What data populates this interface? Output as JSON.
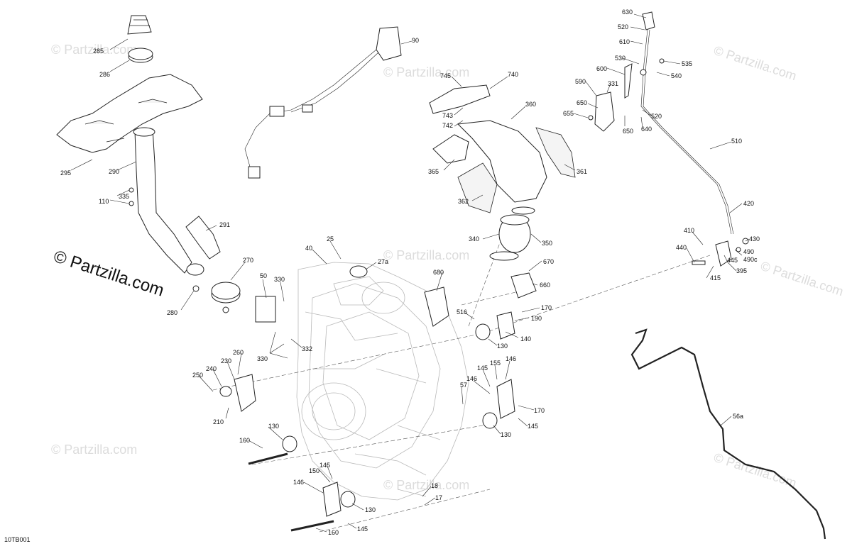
{
  "diagram_code": "10TB001",
  "brand_label": "© Partzilla.com",
  "watermark_text": "© Partzilla.com",
  "callouts": {
    "c285": "285",
    "c286": "286",
    "c295": "295",
    "c290": "290",
    "c335": "335",
    "c110": "110",
    "c291": "291",
    "c270": "270",
    "c280": "280",
    "c25": "25",
    "c40": "40",
    "c27a": "27a",
    "c50": "50",
    "c330a": "330",
    "c330b": "330",
    "c332": "332",
    "c90": "90",
    "c745": "745",
    "c740": "740",
    "c743": "743",
    "c742": "742",
    "c360": "360",
    "c365": "365",
    "c361": "361",
    "c362": "362",
    "c340": "340",
    "c350": "350",
    "c680": "680",
    "c670": "670",
    "c660": "660",
    "c516": "516",
    "c170a": "170",
    "c190": "190",
    "c140": "140",
    "c130a": "130",
    "c630": "630",
    "c520a": "520",
    "c610": "610",
    "c530": "530",
    "c535": "535",
    "c540": "540",
    "c600": "600",
    "c590": "590",
    "c331": "331",
    "c650a": "650",
    "c655": "655",
    "c520b": "520",
    "c650b": "650",
    "c640": "640",
    "c510": "510",
    "c420": "420",
    "c410": "410",
    "c430": "430",
    "c440": "440",
    "c490": "490",
    "c490c": "490c",
    "c445": "445",
    "c395": "395",
    "c415": "415",
    "c56a": "56a",
    "c260": "260",
    "c230": "230",
    "c240": "240",
    "c250": "250",
    "c210": "210",
    "c130b": "130",
    "c160a": "160",
    "c155": "155",
    "c145a": "145",
    "c146a": "146",
    "c146b": "146",
    "c57": "57",
    "c170b": "170",
    "c130c": "130",
    "c145b": "145",
    "c150": "150",
    "c145c": "145",
    "c146c": "146",
    "c18": "18",
    "c17": "17",
    "c130d": "130",
    "c160b": "160",
    "c145d": "145"
  }
}
